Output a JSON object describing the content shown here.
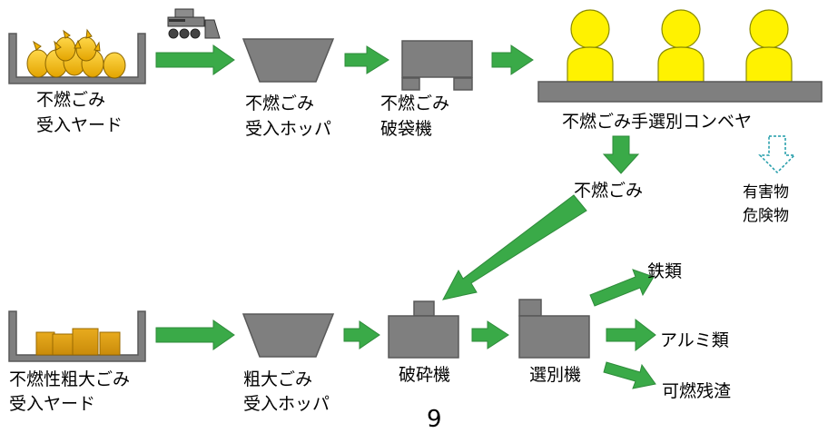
{
  "labels": {
    "unburnable_yard_1": "不燃ごみ",
    "unburnable_yard_2": "受入ヤード",
    "unburnable_hopper_1": "不燃ごみ",
    "unburnable_hopper_2": "受入ホッパ",
    "bag_breaker_1": "不燃ごみ",
    "bag_breaker_2": "破袋機",
    "conveyor": "不燃ごみ手選別コンベヤ",
    "unburnable_output": "不燃ごみ",
    "hazardous_1": "有害物",
    "hazardous_2": "危険物",
    "bulky_yard_1": "不燃性粗大ごみ",
    "bulky_yard_2": "受入ヤード",
    "bulky_hopper_1": "粗大ごみ",
    "bulky_hopper_2": "受入ホッパ",
    "crusher": "破砕機",
    "separator": "選別機",
    "iron": "鉄類",
    "aluminum": "アルミ類",
    "combustible": "可燃残渣"
  },
  "page_number": "9",
  "colors": {
    "arrow_green": "#3aaa48",
    "machine_gray": "#7f7f7f",
    "machine_stroke": "#595959",
    "bag_yellow": "#f5c200",
    "box_amber": "#dc9e17",
    "worker_yellow": "#fff200",
    "hazard_arrow": "#1f9ba8"
  },
  "icons": {
    "loader": "front-loader-icon",
    "worker": "worker-icon"
  }
}
